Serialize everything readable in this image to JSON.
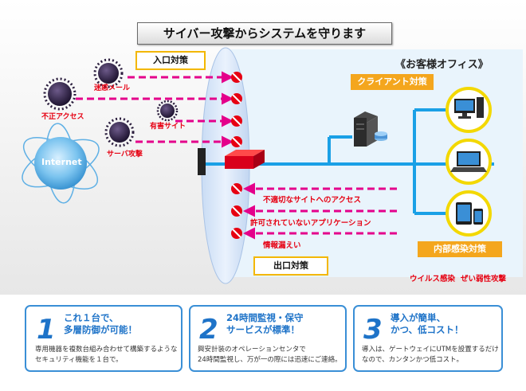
{
  "title": "サイバー攻撃からシステムを守ります",
  "entrance_label": "入口対策",
  "exit_label": "出口対策",
  "office_label": "《お客様オフィス》",
  "client_label": "クライアント対策",
  "internal_label": "内部感染対策",
  "internet_label": "Internet",
  "threats": {
    "spam": "迷惑メール",
    "unauthorized": "不正アクセス",
    "harmful": "有害サイト",
    "server_attack": "サーバ攻撃"
  },
  "outbound": {
    "bad_site": "不適切なサイトへのアクセス",
    "unauthorized_app": "許可されていないアプリケーション",
    "leak": "情報漏えい"
  },
  "internal_threats": {
    "virus": "ウイルス感染",
    "vulnerability": "ぜい弱性攻撃"
  },
  "cards": [
    {
      "num": "1",
      "head1": "これ１台で、",
      "head2": "多層防御が可能！",
      "body1": "専用機器を複数台組み合わせて構築するような",
      "body2": "セキュリティ機能を１台で。"
    },
    {
      "num": "2",
      "head1": "24時間監視・保守",
      "head2": "サービスが標準！",
      "body1": "興安計装のオペレーションセンタで",
      "body2": "24時間監視し、万が一の際には迅速にご連絡。"
    },
    {
      "num": "3",
      "head1": "導入が簡単、",
      "head2": "かつ、低コスト！",
      "body1": "導入は、ゲートウェイにUTMを設置するだけ",
      "body2": "なので、カンタンかつ低コスト。"
    }
  ],
  "colors": {
    "accent_blue": "#1e73c8",
    "magenta": "#e4008b",
    "red": "#e60012",
    "yellow": "#f3b700",
    "network": "#1aa0e6"
  }
}
